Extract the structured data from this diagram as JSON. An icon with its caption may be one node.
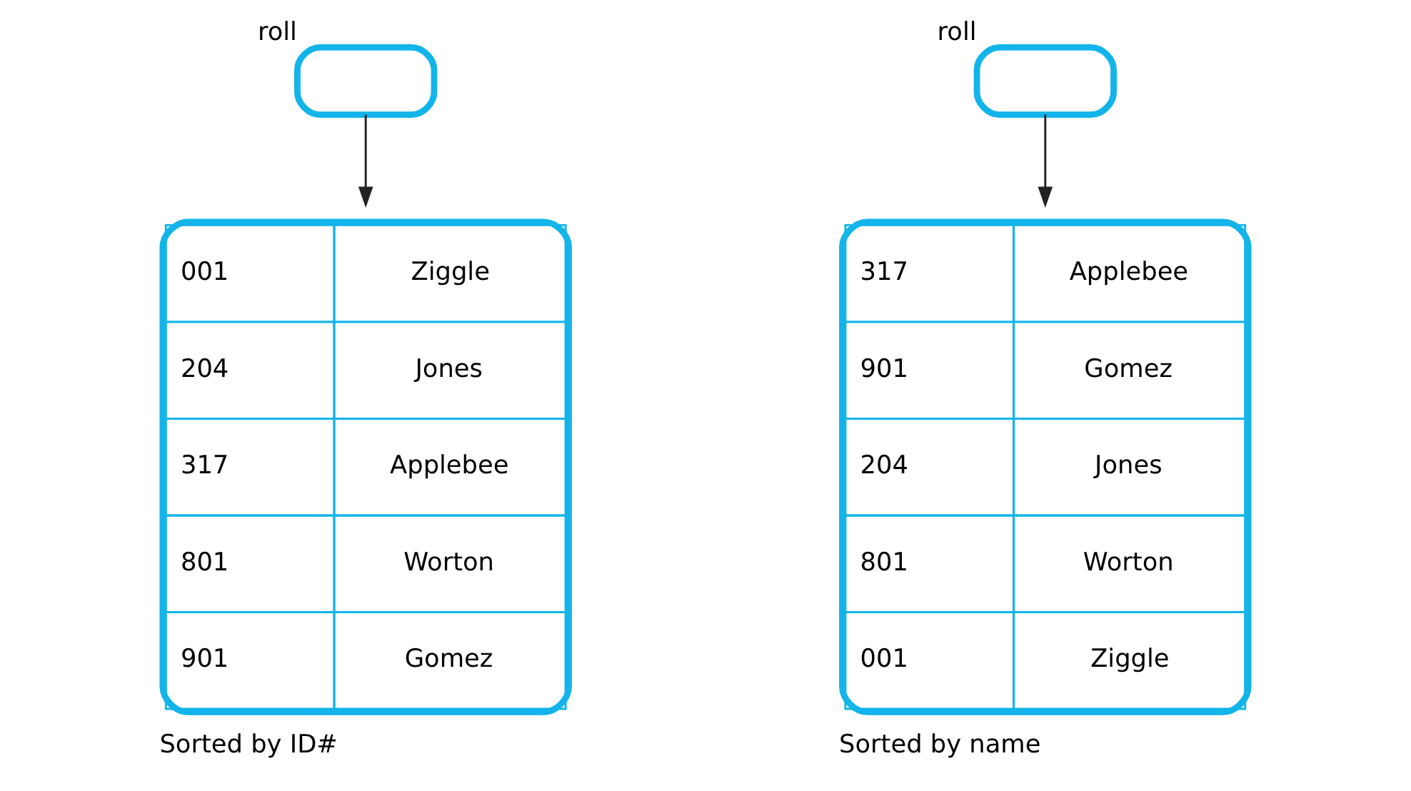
{
  "diagram": {
    "nodes": [
      {
        "text": [
          "roll"
        ]
      },
      {
        "text": [
          "001",
          "Ziggle",
          "204",
          "Jones",
          "317",
          "Applebee",
          "801",
          "Worton",
          "901",
          "Gomez"
        ],
        "beside": [
          "Sorted by ID#"
        ]
      },
      {
        "text": [
          "roll"
        ]
      },
      {
        "text": [
          "317",
          "Applebee",
          "901",
          "Gomez",
          "204",
          "Jones",
          "801",
          "Worton",
          "001",
          "Ziggle"
        ],
        "beside": [
          "Sorted by name"
        ]
      }
    ],
    "edges": [
      {
        "from": 0,
        "to": 1,
        "arrow": "to"
      },
      {
        "from": 2,
        "to": 3,
        "arrow": "to"
      }
    ]
  }
}
